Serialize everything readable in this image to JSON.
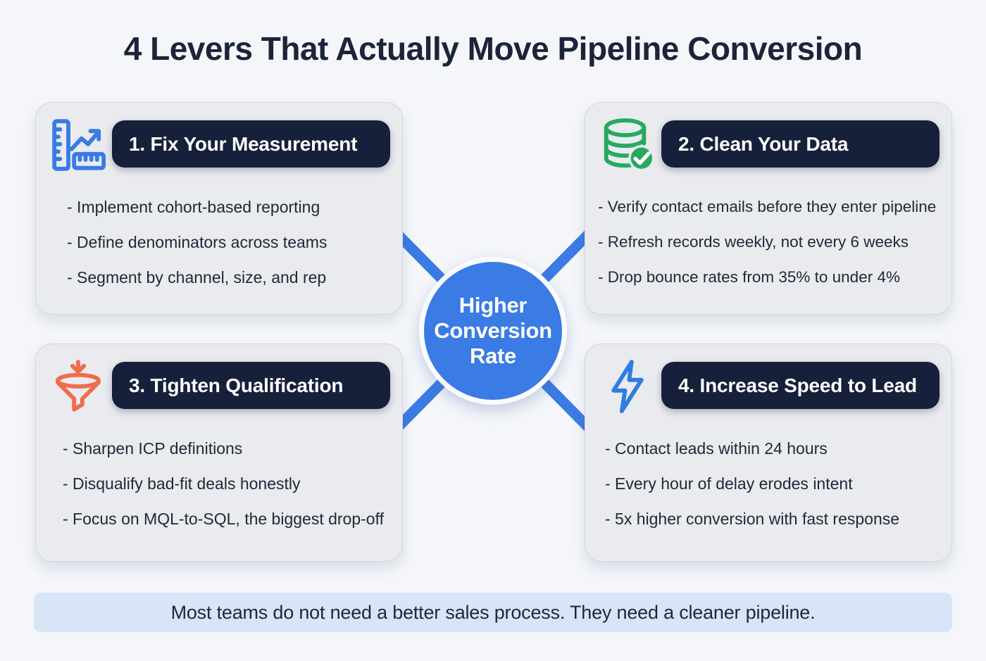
{
  "title": "4 Levers That Actually Move Pipeline Conversion",
  "center_circle": {
    "lines": [
      "Higher",
      "Conversion",
      "Rate"
    ]
  },
  "cards": [
    {
      "number": "1",
      "title": "1. Fix Your Measurement",
      "icon": "ruler-trend-chart-icon",
      "icon_color": "#3a7be4",
      "bullets": [
        "- Implement cohort-based reporting",
        "- Define denominators across teams",
        "- Segment by channel, size, and rep"
      ]
    },
    {
      "number": "2",
      "title": "2. Clean Your Data",
      "icon": "database-check-icon",
      "icon_color": "#27a95f",
      "bullets": [
        "- Verify contact emails before they enter pipeline",
        "- Refresh records weekly, not every 6 weeks",
        "- Drop bounce rates from 35% to under 4%"
      ]
    },
    {
      "number": "3",
      "title": "3. Tighten Qualification",
      "icon": "funnel-down-icon",
      "icon_color": "#ee6d4c",
      "bullets": [
        "- Sharpen ICP definitions",
        "- Disqualify bad-fit deals honestly",
        "- Focus on MQL-to-SQL, the biggest drop-off"
      ]
    },
    {
      "number": "4",
      "title": "4. Increase Speed to Lead",
      "icon": "lightning-bolt-icon",
      "icon_color": "#2f7de1",
      "bullets": [
        "- Contact leads within 24 hours",
        "- Every hour of delay erodes intent",
        "- 5x higher conversion with fast response"
      ]
    }
  ],
  "footer": {
    "text": "Most teams do not need a better sales process. They need a cleaner pipeline."
  },
  "colors": {
    "accent_blue": "#3a7be4",
    "green": "#27a95f",
    "orange": "#ee6d4c",
    "navy_pill": "#17203a",
    "banner_bg": "#d8e5f7",
    "card_bg": "#e9ebef",
    "page_bg": "#f4f6fa",
    "title_text": "#1b2438"
  }
}
